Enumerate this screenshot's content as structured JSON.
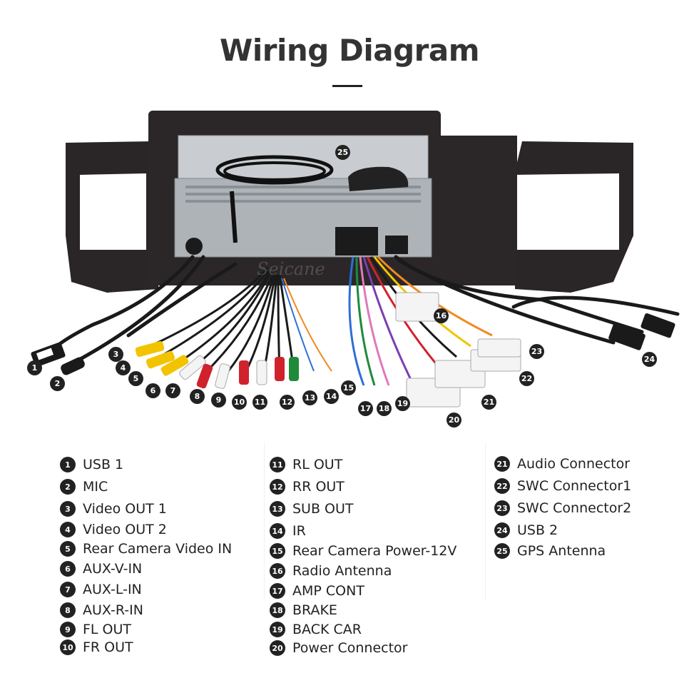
{
  "page": {
    "title": "Wiring Diagram",
    "watermark": "Seicane"
  },
  "legend": {
    "column1": [
      {
        "n": "1",
        "label": "USB 1"
      },
      {
        "n": "2",
        "label": "MIC"
      },
      {
        "n": "3",
        "label": "Video OUT 1"
      },
      {
        "n": "4",
        "label": "Video OUT 2"
      },
      {
        "n": "5",
        "label": "Rear Camera Video IN"
      },
      {
        "n": "6",
        "label": "AUX-V-IN"
      },
      {
        "n": "7",
        "label": "AUX-L-IN"
      },
      {
        "n": "8",
        "label": "AUX-R-IN"
      },
      {
        "n": "9",
        "label": "FL OUT"
      },
      {
        "n": "10",
        "label": "FR OUT"
      }
    ],
    "column2": [
      {
        "n": "11",
        "label": "RL OUT"
      },
      {
        "n": "12",
        "label": "RR OUT"
      },
      {
        "n": "13",
        "label": "SUB OUT"
      },
      {
        "n": "14",
        "label": "IR"
      },
      {
        "n": "15",
        "label": "Rear Camera Power-12V"
      },
      {
        "n": "16",
        "label": "Radio Antenna"
      },
      {
        "n": "17",
        "label": "AMP CONT"
      },
      {
        "n": "18",
        "label": "BRAKE"
      },
      {
        "n": "19",
        "label": "BACK CAR"
      },
      {
        "n": "20",
        "label": "Power Connector"
      }
    ],
    "column3": [
      {
        "n": "21",
        "label": "Audio Connector"
      },
      {
        "n": "22",
        "label": "SWC Connector1"
      },
      {
        "n": "23",
        "label": "SWC Connector2"
      },
      {
        "n": "24",
        "label": "USB 2"
      },
      {
        "n": "25",
        "label": "GPS Antenna"
      }
    ]
  },
  "callouts": [
    "1",
    "2",
    "3",
    "4",
    "5",
    "6",
    "7",
    "8",
    "9",
    "10",
    "11",
    "12",
    "13",
    "14",
    "15",
    "16",
    "17",
    "18",
    "19",
    "20",
    "21",
    "22",
    "23",
    "24",
    "25"
  ],
  "colors": {
    "badge": "#222222",
    "rca_yellow": "#f2c400",
    "rca_white": "#f4f4f4",
    "rca_red": "#d0222c",
    "rca_green": "#1f8a3a",
    "wire_black": "#1a1a1a",
    "wire_blue": "#2d6fd6",
    "wire_pink": "#e07ab8",
    "wire_purple": "#7a3fb0",
    "wire_orange": "#f08a20",
    "chassis": "#9aa0a6",
    "frame": "#2a2628"
  }
}
